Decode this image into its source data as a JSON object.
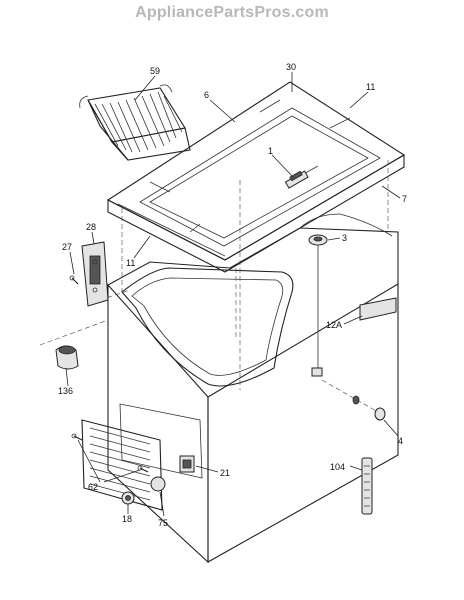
{
  "watermark": "AppliancePartsPros.com",
  "callouts": {
    "p1": "1",
    "p3": "3",
    "p4": "4",
    "p6": "6",
    "p7": "7",
    "p11a": "11",
    "p11b": "11",
    "p12a": "12A",
    "p18": "18",
    "p21": "21",
    "p27": "27",
    "p28": "28",
    "p30": "30",
    "p59": "59",
    "p62": "62",
    "p75": "75",
    "p104": "104",
    "p136": "136"
  }
}
